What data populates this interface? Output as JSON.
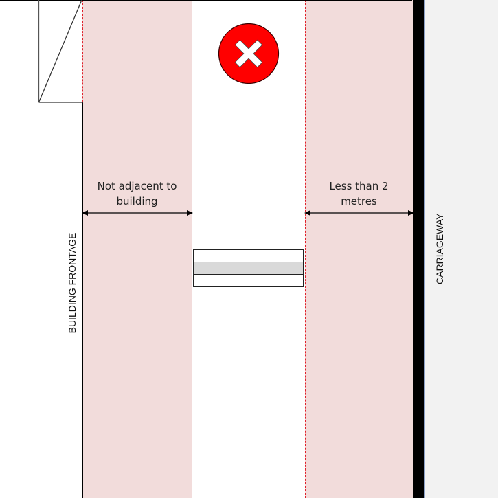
{
  "diagram": {
    "title": "Placement not permitted: not adjacent to building, less than 2 metres from carriageway",
    "labels": {
      "building_frontage": "BUILDING FRONTAGE",
      "carriageway": "CARRIAGEWAY",
      "left_dimension": "Not adjacent to building",
      "left_dimension_line1": "Not adjacent to",
      "left_dimension_line2": "building",
      "right_dimension": "Less than 2 metres",
      "right_dimension_line1": "Less than 2",
      "right_dimension_line2": "metres"
    },
    "icons": {
      "status": "cross-circle-icon",
      "door": "door-swing-icon",
      "object": "bench-icon"
    },
    "colors": {
      "restricted_zone": "#f2dcdb",
      "zone_boundary": "#e0202a",
      "cross_fill": "#ff0000",
      "kerb": "#000000",
      "carriageway": "#f2f2f2",
      "bench_middle": "#d9d9d9"
    }
  }
}
